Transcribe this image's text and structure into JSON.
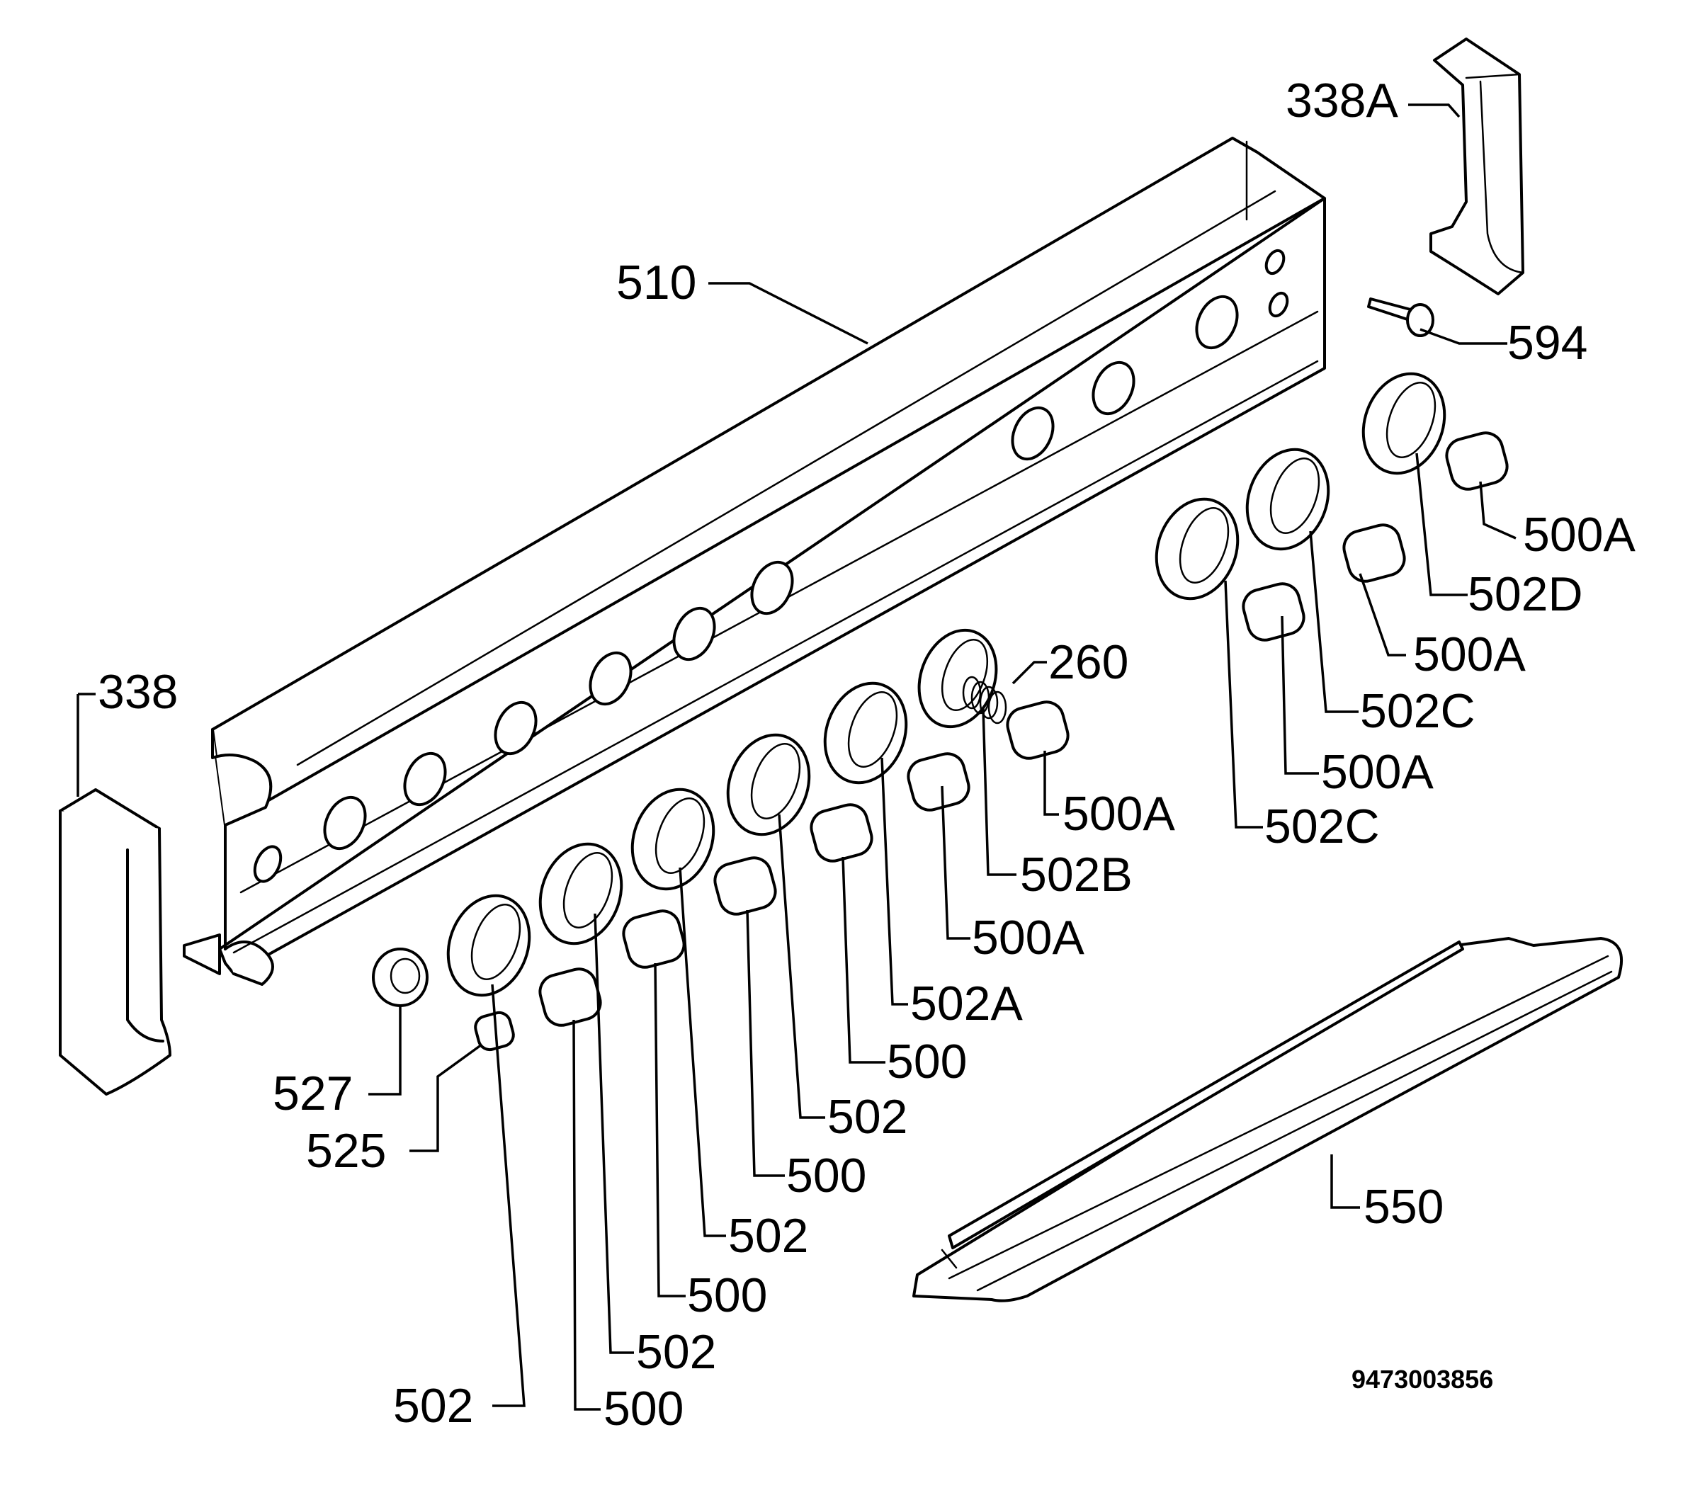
{
  "diagram": {
    "drawing_code": "9473003856",
    "labels": [
      {
        "id": "l338A",
        "text": "338A"
      },
      {
        "id": "l510",
        "text": "510"
      },
      {
        "id": "l594",
        "text": "594"
      },
      {
        "id": "l500A_1",
        "text": "500A"
      },
      {
        "id": "l502D",
        "text": "502D"
      },
      {
        "id": "l500A_2",
        "text": "500A"
      },
      {
        "id": "l502C_1",
        "text": "502C"
      },
      {
        "id": "l500A_3",
        "text": "500A"
      },
      {
        "id": "l502C_2",
        "text": "502C"
      },
      {
        "id": "l260",
        "text": "260"
      },
      {
        "id": "l500A_4",
        "text": "500A"
      },
      {
        "id": "l502B",
        "text": "502B"
      },
      {
        "id": "l500A_5",
        "text": "500A"
      },
      {
        "id": "l338",
        "text": "338"
      },
      {
        "id": "l502A",
        "text": "502A"
      },
      {
        "id": "l500_1",
        "text": "500"
      },
      {
        "id": "l502_1",
        "text": "502"
      },
      {
        "id": "l500_2",
        "text": "500"
      },
      {
        "id": "l502_2",
        "text": "502"
      },
      {
        "id": "l500_3",
        "text": "500"
      },
      {
        "id": "l502_3",
        "text": "502"
      },
      {
        "id": "l502_4",
        "text": "502"
      },
      {
        "id": "l500_4",
        "text": "500"
      },
      {
        "id": "l527",
        "text": "527"
      },
      {
        "id": "l525",
        "text": "525"
      },
      {
        "id": "l550",
        "text": "550"
      }
    ]
  }
}
